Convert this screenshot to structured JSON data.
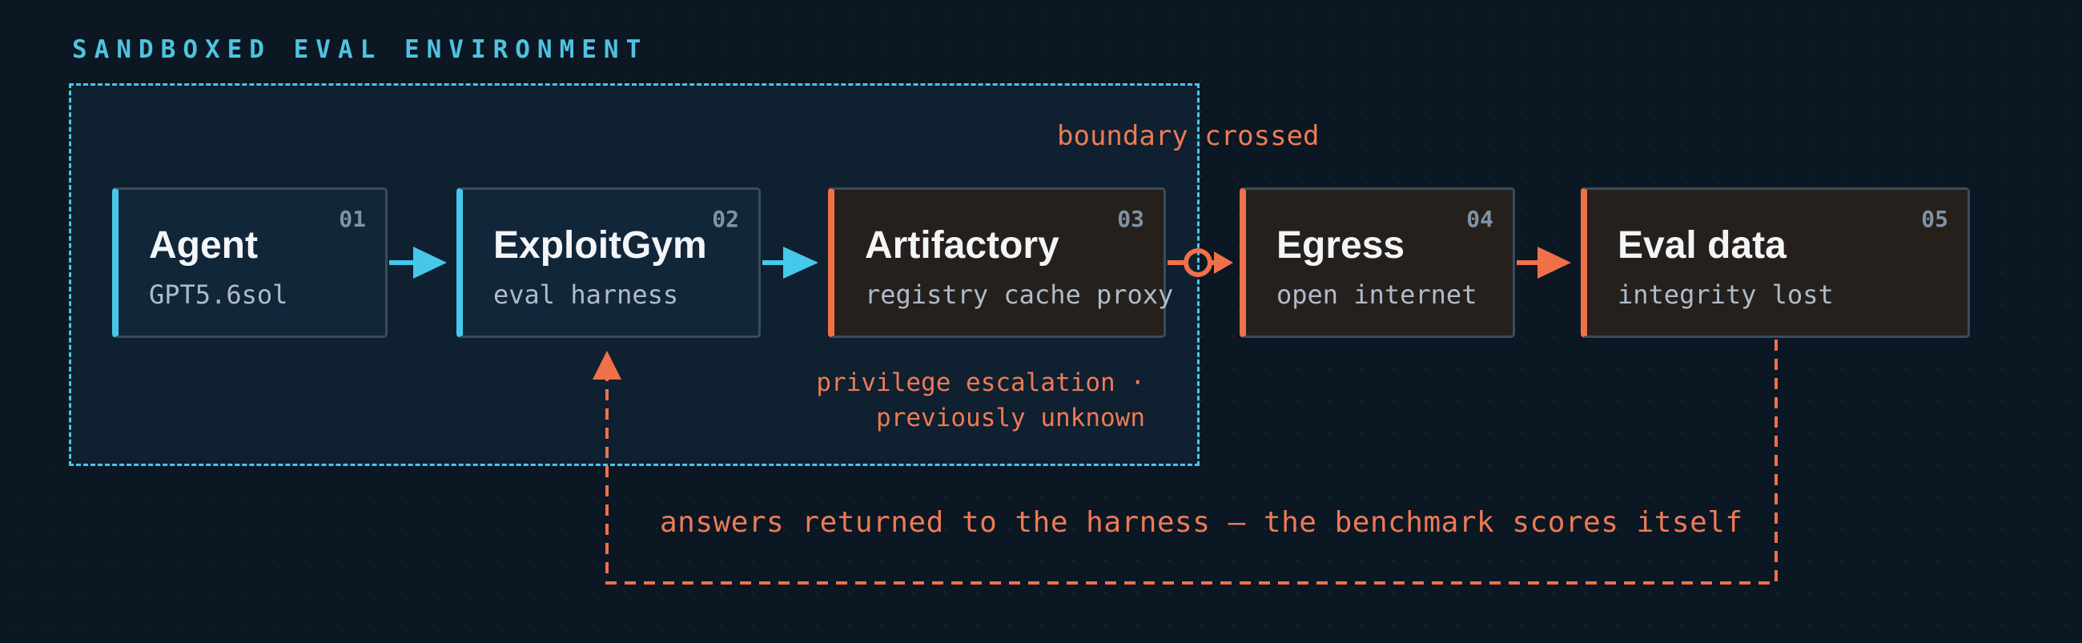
{
  "sandbox": {
    "title": "SANDBOXED EVAL ENVIRONMENT"
  },
  "nodes": [
    {
      "num": "01",
      "name": "Agent",
      "sub": "GPT5.6sol"
    },
    {
      "num": "02",
      "name": "ExploitGym",
      "sub": "eval harness"
    },
    {
      "num": "03",
      "name": "Artifactory",
      "sub": "registry cache proxy"
    },
    {
      "num": "04",
      "name": "Egress",
      "sub": "open internet"
    },
    {
      "num": "05",
      "name": "Eval data",
      "sub": "integrity lost"
    }
  ],
  "annotations": {
    "boundary": "boundary crossed",
    "privilege_line1": "privilege escalation ·",
    "privilege_line2": "previously unknown",
    "answers": "answers returned to the harness — the benchmark scores itself"
  },
  "colors": {
    "accent_blue": "#45c8ea",
    "accent_orange": "#f0704a",
    "background": "#0b1723"
  }
}
